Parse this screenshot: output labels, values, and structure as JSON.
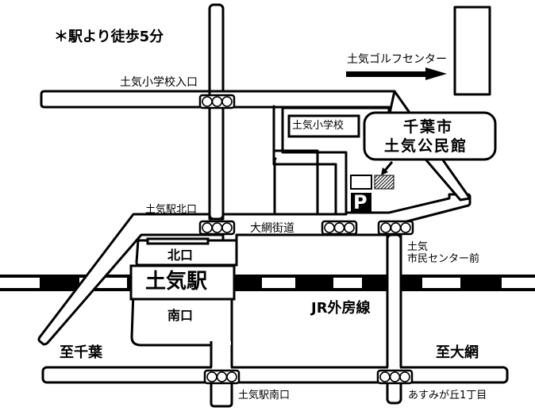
{
  "map": {
    "walk_note": "＊駅より徒歩5分",
    "golf_center": "土気ゴルフセンター",
    "elementary_entrance": "土気小学校入口",
    "elementary_school": "土気小学校",
    "destination": {
      "line1": "千葉市",
      "line2": "土気公民館"
    },
    "parking_symbol": "P",
    "station_north_exit_intersection": "土気駅北口",
    "main_road": "大網街道",
    "civic_center_front": {
      "line1": "土気",
      "line2": "市民センター前"
    },
    "north_exit": "北口",
    "station": "土気駅",
    "south_exit": "南口",
    "rail_line": "JR外房線",
    "to_chiba": "至千葉",
    "to_oami": "至大網",
    "station_south_exit_intersection": "土気駅南口",
    "asumigaoka": "あすみが丘1丁目"
  },
  "colors": {
    "ink": "#000000",
    "paper": "#ffffff"
  }
}
